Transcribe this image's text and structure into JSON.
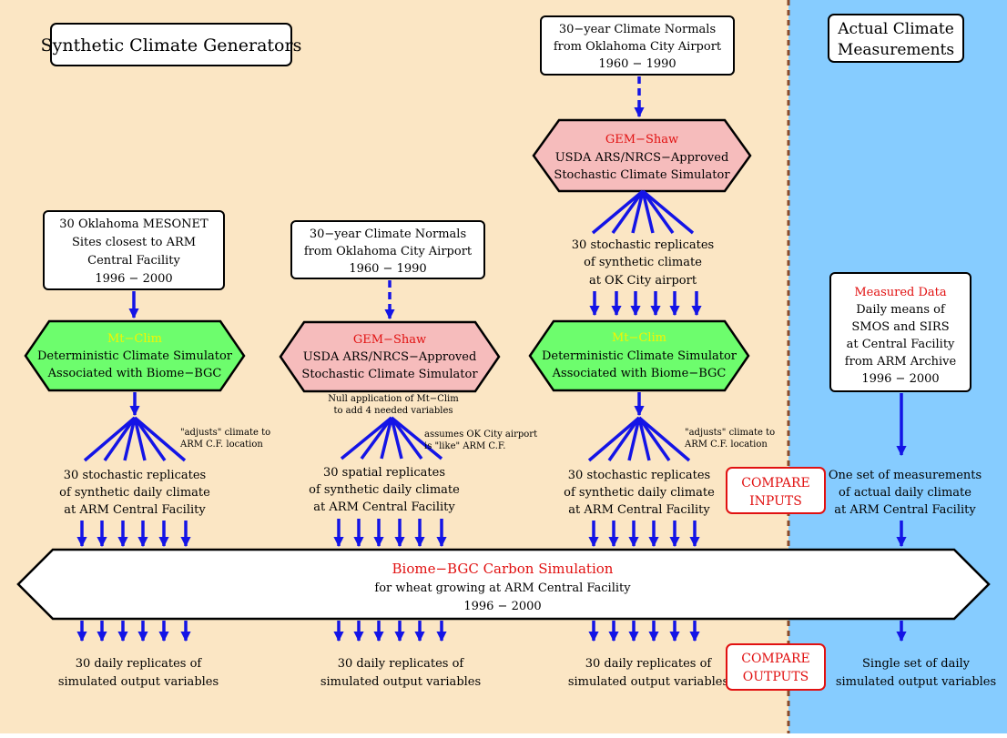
{
  "colors": {
    "synthetic_bg": "#fbe6c4",
    "actual_bg": "#86ccff",
    "divider": "#8b4a2a",
    "arrow": "#1414e6",
    "hex_green": "#6dfd6d",
    "hex_pink": "#f6bcbc",
    "name_red": "#e11111",
    "name_yellow": "#f4f400",
    "compare_red": "#e11111"
  },
  "headers": {
    "synthetic": "Synthetic Climate Generators",
    "actual": [
      "Actual Climate",
      "Measurements"
    ]
  },
  "sources": {
    "mesonet": [
      "30 Oklahoma MESONET",
      "Sites closest to ARM",
      "Central Facility",
      "1996 − 2000"
    ],
    "normals_mid": [
      "30−year Climate Normals",
      "from Oklahoma City Airport",
      "1960 − 1990"
    ],
    "normals_right": [
      "30−year Climate Normals",
      "from Oklahoma City Airport",
      "1960 − 1990"
    ],
    "measured": {
      "title": "Measured Data",
      "lines": [
        "Daily means of",
        "SMOS and SIRS",
        "at Central Facility",
        "from ARM Archive",
        "1996 − 2000"
      ]
    }
  },
  "simulators": {
    "mtclim_left": {
      "name": "Mt−Clim",
      "lines": [
        "Deterministic Climate Simulator",
        "Associated with Biome−BGC"
      ]
    },
    "gemshaw_mid": {
      "name": "GEM−Shaw",
      "lines": [
        "USDA ARS/NRCS−Approved",
        "Stochastic Climate Simulator"
      ]
    },
    "gemshaw_top": {
      "name": "GEM−Shaw",
      "lines": [
        "USDA ARS/NRCS−Approved",
        "Stochastic Climate Simulator"
      ]
    },
    "mtclim_right": {
      "name": "Mt−Clim",
      "lines": [
        "Deterministic Climate Simulator",
        "Associated with Biome−BGC"
      ]
    }
  },
  "notes": {
    "adjusts_left": [
      "\"adjusts\" climate to",
      "ARM C.F. location"
    ],
    "null_mtclim": [
      "Null application of Mt−Clim",
      "to add 4 needed variables"
    ],
    "assumes": [
      "assumes OK City airport",
      "is \"like\" ARM C.F."
    ],
    "adjusts_right": [
      "\"adjusts\" climate to",
      "ARM C.F. location"
    ]
  },
  "replicates": {
    "left": [
      "30 stochastic replicates",
      "of synthetic daily climate",
      "at ARM Central Facility"
    ],
    "mid": [
      "30 spatial replicates",
      "of synthetic daily climate",
      "at ARM Central Facility"
    ],
    "top": [
      "30 stochastic replicates",
      "of synthetic climate",
      "at OK City airport"
    ],
    "right": [
      "30 stochastic replicates",
      "of synthetic daily climate",
      "at ARM Central Facility"
    ],
    "actual": [
      "One set of measurements",
      "of actual daily climate",
      "at ARM Central Facility"
    ]
  },
  "compare": {
    "inputs": [
      "COMPARE",
      "INPUTS"
    ],
    "outputs": [
      "COMPARE",
      "OUTPUTS"
    ]
  },
  "biome": {
    "title": "Biome−BGC Carbon Simulation",
    "lines": [
      "for wheat growing at ARM Central Facility",
      "1996 − 2000"
    ]
  },
  "outputs": {
    "left": [
      "30 daily replicates of",
      "simulated output variables"
    ],
    "mid": [
      "30 daily replicates of",
      "simulated output variables"
    ],
    "right": [
      "30 daily replicates of",
      "simulated output variables"
    ],
    "actual": [
      "Single set of daily",
      "simulated output variables"
    ]
  }
}
